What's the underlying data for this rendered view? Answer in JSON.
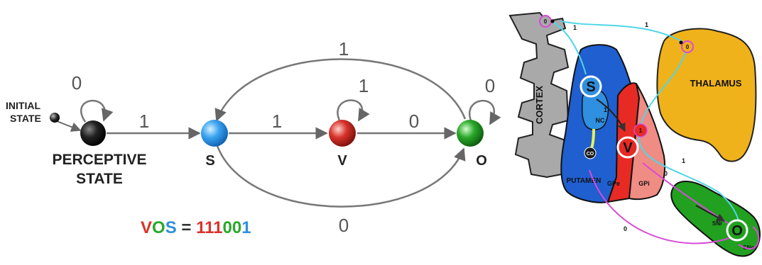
{
  "fsm": {
    "initial_state_line1": "INITIAL",
    "initial_state_line2": "STATE",
    "perceptive_line1": "PERCEPTIVE",
    "perceptive_line2": "STATE",
    "nodes": {
      "perceptive": {
        "color": "#111111"
      },
      "s": {
        "label": "S",
        "color": "#2f8fe0"
      },
      "v": {
        "label": "V",
        "color": "#d8332c"
      },
      "o": {
        "label": "O",
        "color": "#2aa82a"
      }
    },
    "edges": {
      "p_self": "0",
      "p_to_s": "1",
      "s_to_v": "1",
      "v_self": "1",
      "v_to_o": "0",
      "o_self": "0",
      "o_to_s_top": "1",
      "s_to_o_bottom": "0"
    },
    "formula": {
      "v": "V",
      "o": "O",
      "s": "S",
      "eq": " = ",
      "d1": "1",
      "d2": "1",
      "d3": "1",
      "d4": "0",
      "d5": "0",
      "d6": "1",
      "colors": {
        "v": "#d8332c",
        "o": "#2aa82a",
        "s": "#2f8fe0"
      }
    }
  },
  "brain": {
    "cortex": "CORTEX",
    "thalamus": "THALAMUS",
    "putamen": "PUTAMEN",
    "gpe": "GPe",
    "gpi": "GPi",
    "nc": "NC",
    "co": "CO",
    "s": "S",
    "v": "V",
    "o": "O",
    "sn_r": "SNr",
    "sn_c": "SNc",
    "cortex_node": "0",
    "thalamus_node": "0",
    "v_node_val": "1",
    "edges": {
      "cortex_to_s": "1",
      "cortex_to_thalamus": "1",
      "s_to_v": "1",
      "v_to_o": "0",
      "thalamus_to_o": "1",
      "o_to_cortex": "0"
    },
    "colors": {
      "cortex": "#a9a9a9",
      "putamen": "#1f5fd0",
      "gpe": "#e82a24",
      "gpi": "#ef8c84",
      "thalamus": "#f0b21a",
      "sn": "#22a020",
      "cyan_path": "#4fd6e8",
      "magenta_path": "#d84bd8"
    }
  }
}
